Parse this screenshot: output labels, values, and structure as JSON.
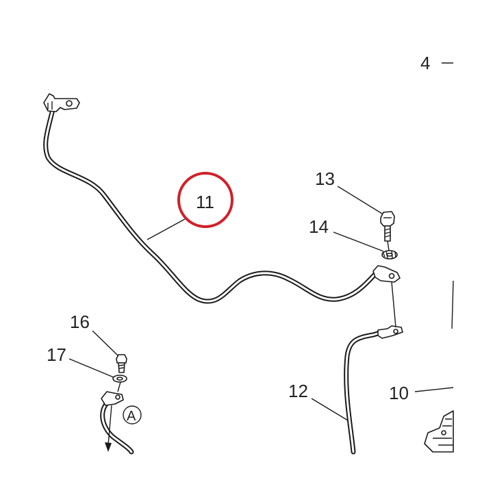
{
  "labels": {
    "part_4": "4",
    "part_10": "10",
    "part_11": "11",
    "part_12": "12",
    "part_13": "13",
    "part_14": "14",
    "part_16": "16",
    "part_17": "17",
    "callout_a": "A"
  },
  "colors": {
    "highlight": "#d0202a",
    "line": "#1a1a1a",
    "background": "#ffffff"
  }
}
